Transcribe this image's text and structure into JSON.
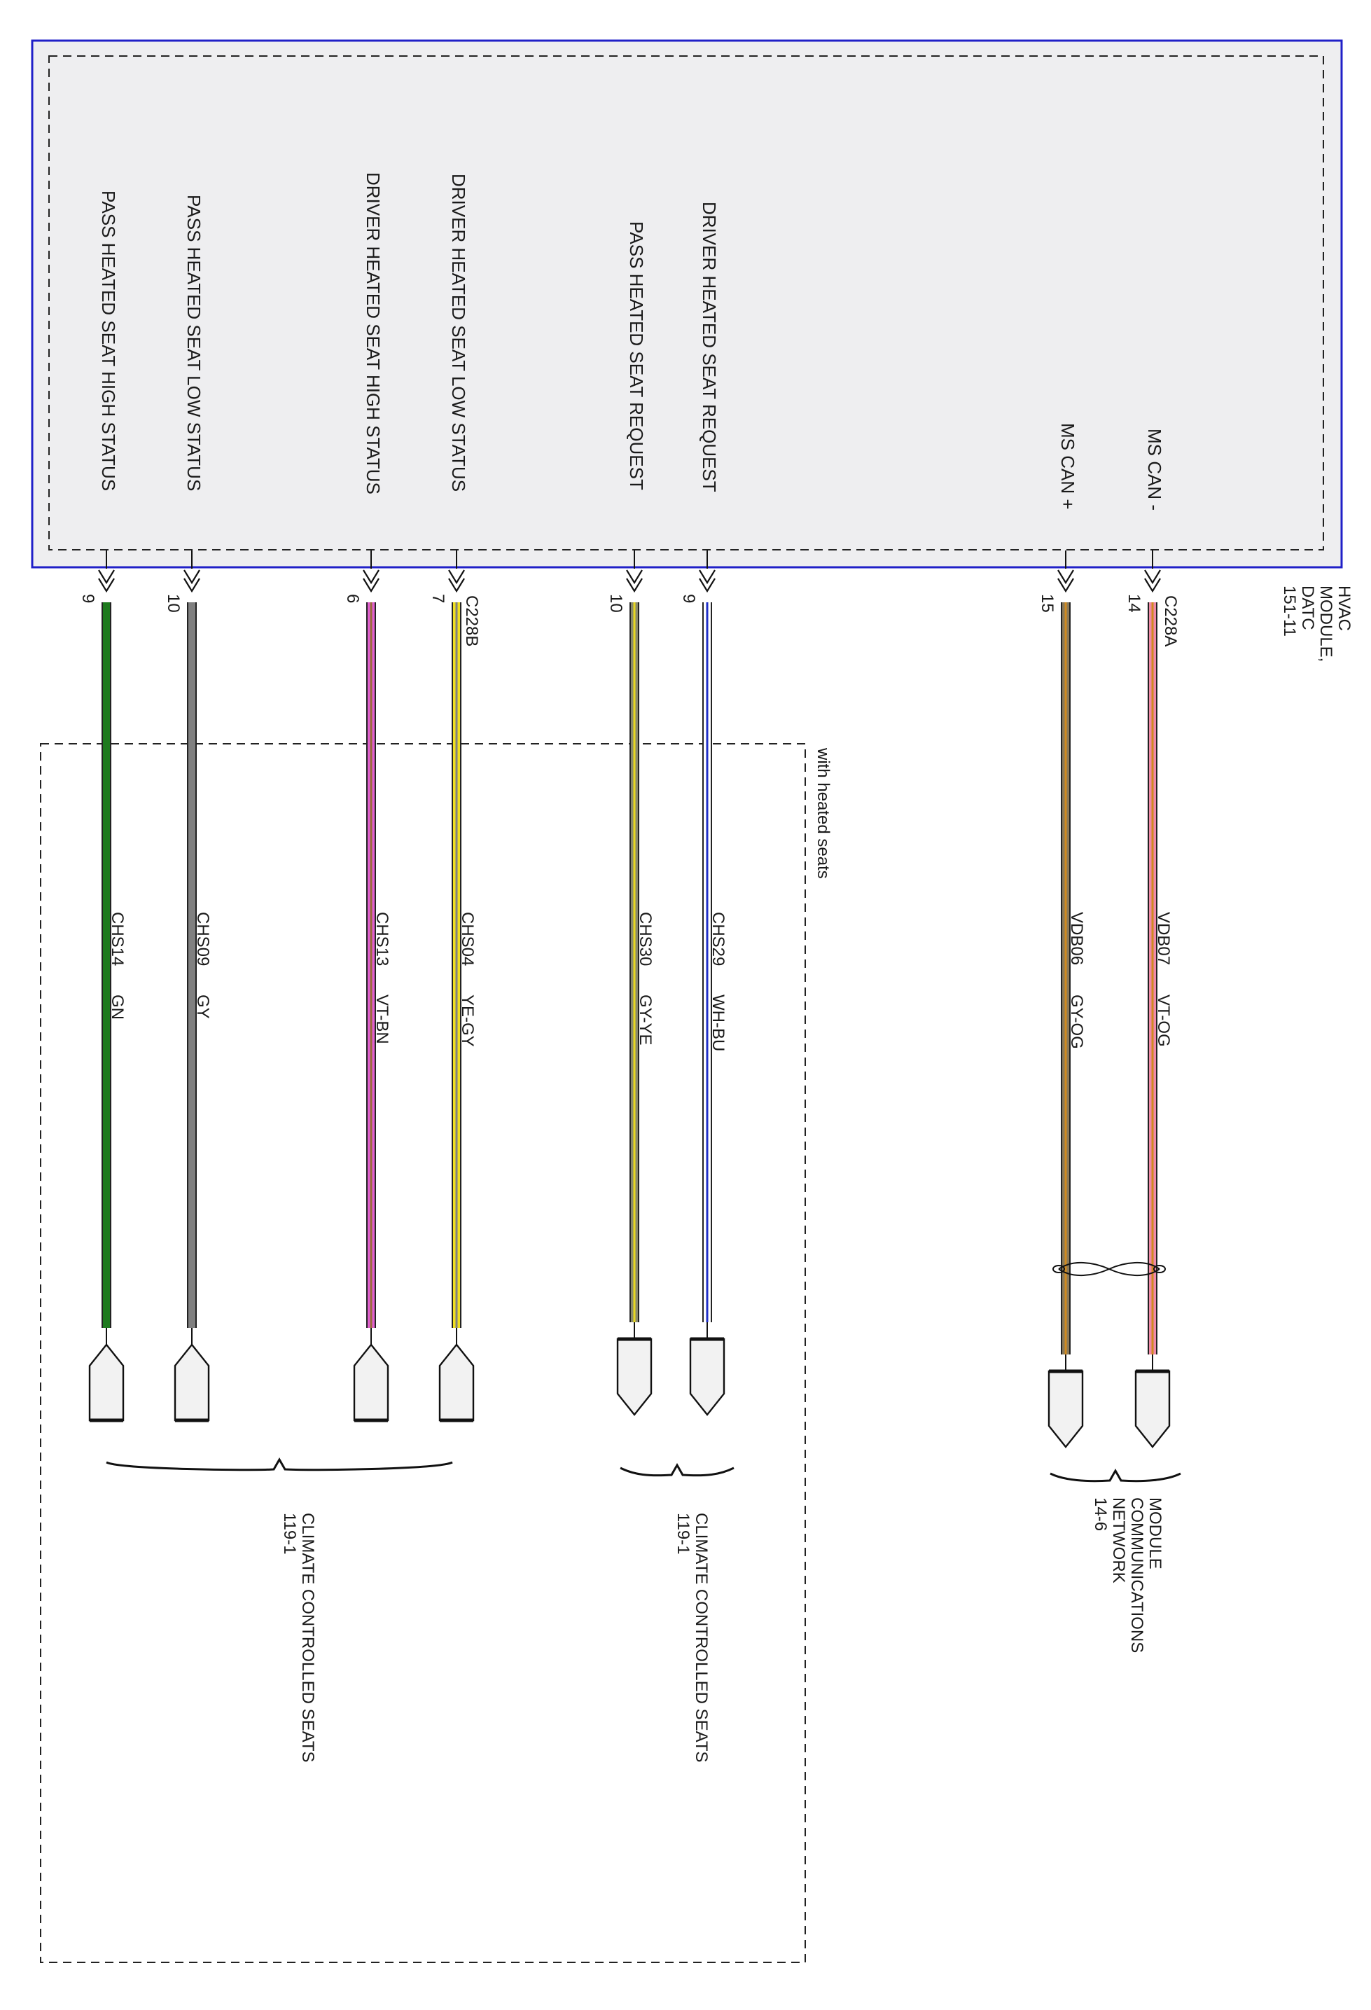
{
  "module": {
    "name_lines": [
      "HVAC",
      "MODULE,",
      "DATC",
      "151-11"
    ],
    "border_color": "#2020c8",
    "fill_color": "#eeeef0",
    "signals": {
      "pass_high": "PASS HEATED SEAT HIGH STATUS",
      "pass_low": "PASS HEATED SEAT LOW STATUS",
      "drv_high": "DRIVER HEATED SEAT HIGH STATUS",
      "drv_low": "DRIVER HEATED SEAT LOW STATUS",
      "pass_req": "PASS HEATED SEAT REQUEST",
      "drv_req": "DRIVER HEATED SEAT REQUEST",
      "can_plus": "MS CAN +",
      "can_minus": "MS CAN -"
    }
  },
  "connectors": {
    "c228b": "C228B",
    "c228a": "C228A"
  },
  "option_box": {
    "label": "with heated seats"
  },
  "wires": [
    {
      "pin": "9",
      "circuit": "CHS14",
      "color_code": "GN",
      "colors": [
        "#1e7a1e",
        "#1e7a1e"
      ]
    },
    {
      "pin": "10",
      "circuit": "CHS09",
      "color_code": "GY",
      "colors": [
        "#808080",
        "#808080"
      ]
    },
    {
      "pin": "6",
      "circuit": "CHS13",
      "color_code": "VT-BN",
      "colors": [
        "#e060d0",
        "#9a6a3a"
      ]
    },
    {
      "pin": "7",
      "circuit": "CHS04",
      "color_code": "YE-GY",
      "colors": [
        "#f0e020",
        "#808080"
      ]
    },
    {
      "pin": "10",
      "circuit": "CHS30",
      "color_code": "GY-YE",
      "colors": [
        "#8a8a6a",
        "#e8d820"
      ]
    },
    {
      "pin": "9",
      "circuit": "CHS29",
      "color_code": "WH-BU",
      "colors": [
        "#ffffff",
        "#2030c8"
      ]
    },
    {
      "pin": "15",
      "circuit": "VDB06",
      "color_code": "GY-OG",
      "colors": [
        "#8a7a5a",
        "#d08a20"
      ]
    },
    {
      "pin": "14",
      "circuit": "VDB07",
      "color_code": "VT-OG",
      "colors": [
        "#f08aa8",
        "#d08a20"
      ]
    }
  ],
  "destinations": {
    "seats_a": [
      "CLIMATE CONTROLLED SEATS",
      "119-1"
    ],
    "seats_b": [
      "CLIMATE CONTROLLED SEATS",
      "119-1"
    ],
    "network": [
      "MODULE",
      "COMMUNICATIONS",
      "NETWORK",
      "14-6"
    ]
  }
}
